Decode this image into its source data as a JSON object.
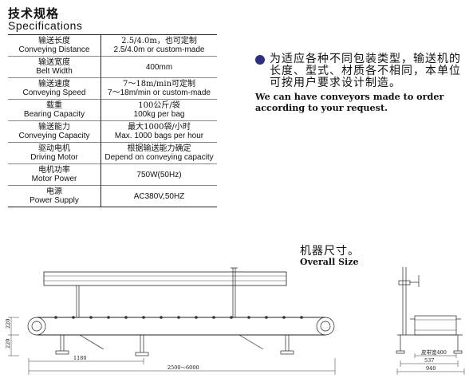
{
  "header": {
    "title_cn": "技术规格",
    "title_en": "Specifications"
  },
  "specs": [
    {
      "label_cn": "输送长度",
      "label_en": "Conveying Distance",
      "value_cn": "2.5/4.0m，也可定制",
      "value_en": "2.5/4.0m or custom-made"
    },
    {
      "label_cn": "输送宽度",
      "label_en": "Belt Width",
      "value_cn": "",
      "value_en": "400mm"
    },
    {
      "label_cn": "输送速度",
      "label_en": "Conveying Speed",
      "value_cn": "7～18m/min可定制",
      "value_en": "7～18m/min or custom-made"
    },
    {
      "label_cn": "载重",
      "label_en": "Bearing Capacity",
      "value_cn": "100公斤/袋",
      "value_en": "100kg per bag"
    },
    {
      "label_cn": "输送能力",
      "label_en": "Conveying Capacity",
      "value_cn": "最大1000袋/小时",
      "value_en": "Max. 1000 bags per hour"
    },
    {
      "label_cn": "驱动电机",
      "label_en": "Driving Motor",
      "value_cn": "根据输送能力确定",
      "value_en": "Depend on conveying capacity"
    },
    {
      "label_cn": "电机功率",
      "label_en": "Motor Power",
      "value_cn": "",
      "value_en": "750W(50Hz)"
    },
    {
      "label_cn": "电源",
      "label_en": "Power Supply",
      "value_cn": "",
      "value_en": "AC380V,50HZ"
    }
  ],
  "notice": {
    "cn": "为适应各种不同包装类型，输送机的长度、型式、材质各不相同，本单位可按用户要求设计制造。",
    "en": "We can have conveyors made to order according to your request."
  },
  "overall_size": {
    "title_cn": "机器尺寸。",
    "title_en": "Overall Size"
  },
  "dimensions": {
    "height_upper": "220",
    "height_lower": "220",
    "support_span": "1180",
    "length": "2500～6000",
    "belt_width": "皮带宽400",
    "frame_width": "537",
    "total_width": "940"
  },
  "colors": {
    "bullet": "#2d2f7e"
  }
}
